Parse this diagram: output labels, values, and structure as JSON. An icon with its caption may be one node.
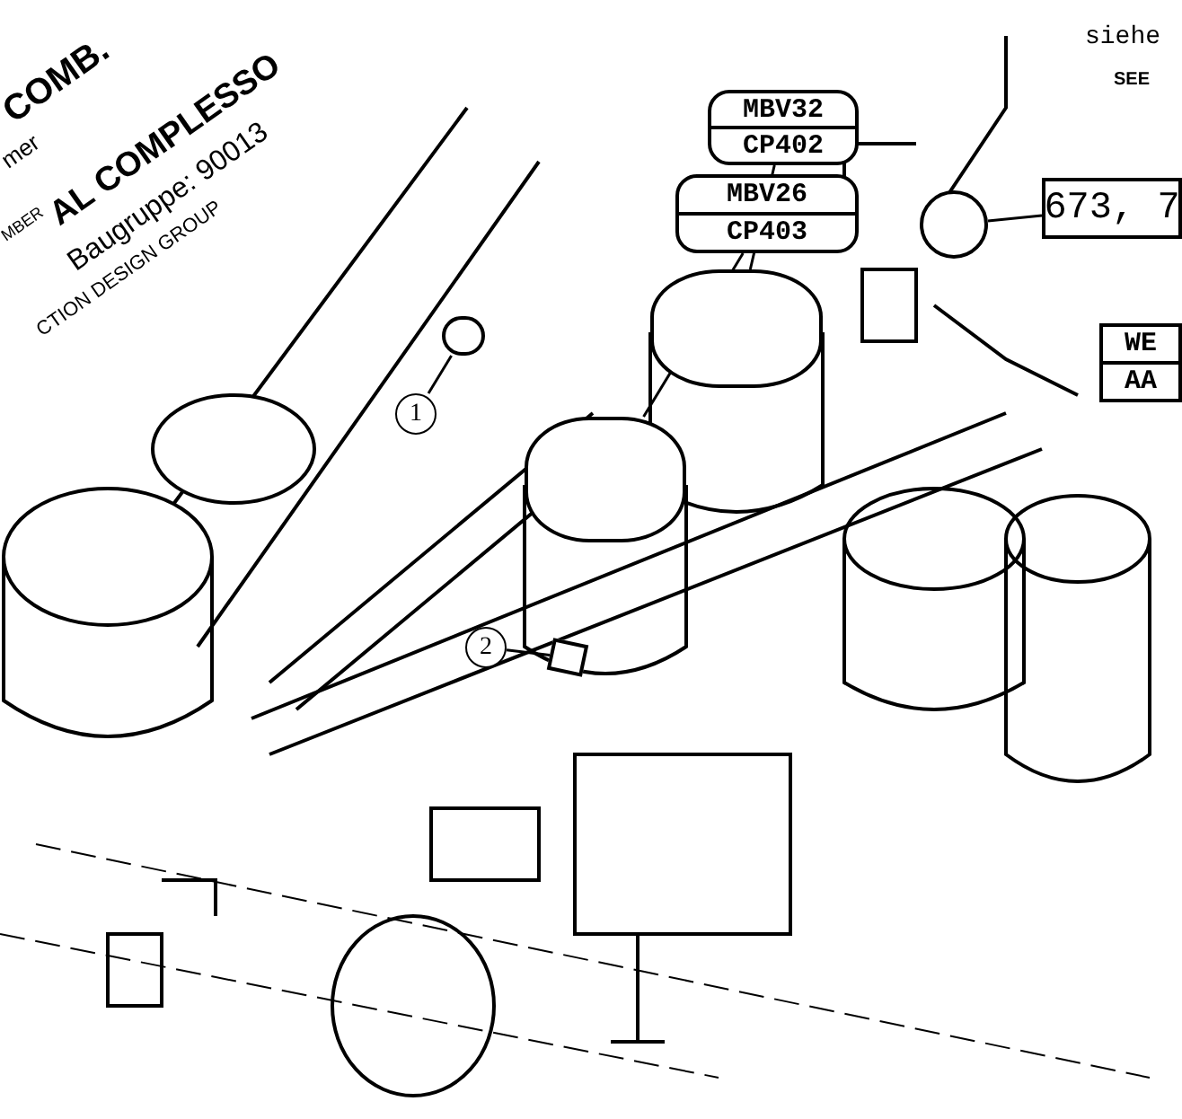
{
  "diagram": {
    "nodes": [
      {
        "text": [
          "MBV32",
          "CP402"
        ]
      },
      {
        "text": [
          "MBV26",
          "CP403"
        ]
      },
      {
        "text": [
          "673, 7"
        ]
      },
      {
        "text": [
          "WE",
          "AA"
        ]
      },
      {
        "text": [
          "1"
        ]
      },
      {
        "text": [
          "2"
        ]
      },
      {
        "text": [],
        "shape": "circle"
      },
      {
        "text": [],
        "shape": "box"
      },
      {
        "text": [],
        "shape": "cylinder"
      },
      {
        "text": [],
        "shape": "cylinder"
      },
      {
        "text": [],
        "shape": "circle"
      }
    ],
    "edges": [
      {
        "from": 4,
        "to": 6,
        "arrow": "none"
      },
      {
        "from": 5,
        "to": 7,
        "arrow": "none"
      },
      {
        "from": 0,
        "to": 8,
        "arrow": "none"
      },
      {
        "from": 1,
        "to": 9,
        "arrow": "none"
      },
      {
        "from": 2,
        "to": 10,
        "arrow": "none"
      }
    ],
    "labels": [
      "COMB.",
      "mer",
      "MBER",
      "AL COMPLESSO",
      "Baugruppe: 90013",
      "CTION DESIGN GROUP",
      "siehe",
      "SEE"
    ]
  }
}
